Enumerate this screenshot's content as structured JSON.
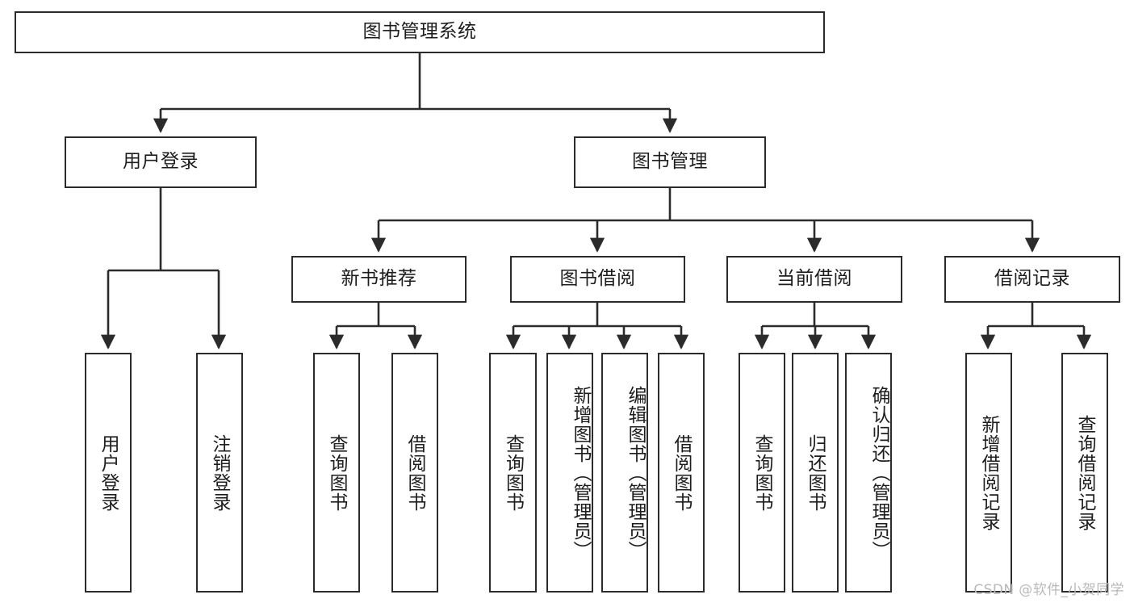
{
  "diagram": {
    "title": "图书管理系统",
    "type": "tree-hierarchy-chart",
    "root": {
      "label": "图书管理系统"
    },
    "level2": [
      {
        "label": "用户登录"
      },
      {
        "label": "图书管理"
      }
    ],
    "level3": [
      {
        "label": "新书推荐"
      },
      {
        "label": "图书借阅"
      },
      {
        "label": "当前借阅"
      },
      {
        "label": "借阅记录"
      }
    ],
    "leaves": {
      "user_login": [
        {
          "label": "用户登录"
        },
        {
          "label": "注销登录"
        }
      ],
      "new_book_recommend": [
        {
          "label": "查询图书"
        },
        {
          "label": "借阅图书"
        }
      ],
      "book_borrow": [
        {
          "label": "查询图书"
        },
        {
          "label": "新增图书（管理员）"
        },
        {
          "label": "编辑图书（管理员）"
        },
        {
          "label": "借阅图书"
        }
      ],
      "current_borrow": [
        {
          "label": "查询图书"
        },
        {
          "label": "归还图书"
        },
        {
          "label": "确认归还（管理员）"
        }
      ],
      "borrow_record": [
        {
          "label": "新增借阅记录"
        },
        {
          "label": "查询借阅记录"
        }
      ]
    }
  },
  "watermark": {
    "text": "CSDN @软件_小贺同学"
  },
  "colors": {
    "stroke": "#2b2b2b",
    "background": "#ffffff",
    "text": "#1d1d1d",
    "watermark": "#b9b9b9"
  }
}
